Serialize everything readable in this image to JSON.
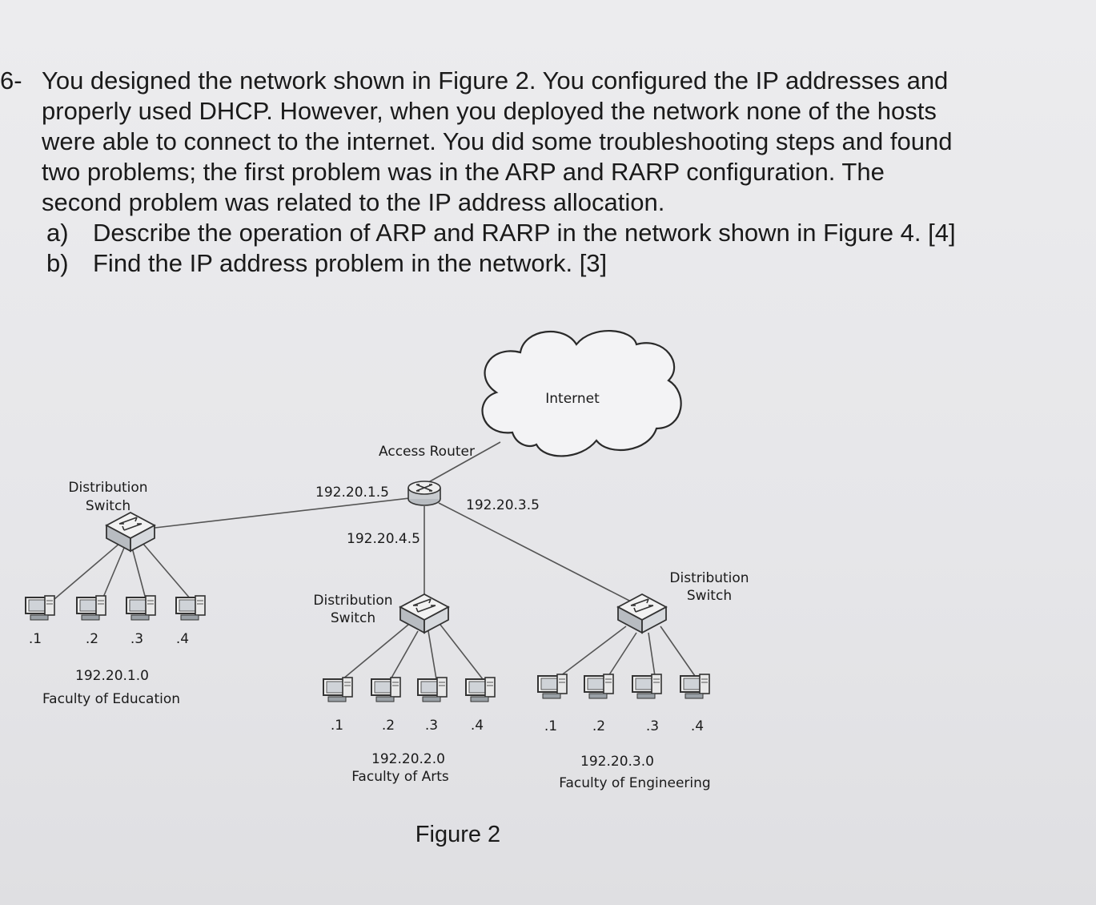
{
  "question": {
    "number": "6-",
    "stem": "You designed the network shown in Figure 2. You configured the IP addresses and properly used DHCP. However, when you deployed the network none of the hosts were able to connect to the internet. You did some troubleshooting steps and found two problems; the first problem was in the ARP and RARP configuration. The second problem was related to the IP address allocation.",
    "parts": [
      {
        "letter": "a)",
        "text": "Describe the operation of ARP and RARP in the network shown in Figure 4. [4]"
      },
      {
        "letter": "b)",
        "text": "Find the IP address problem in the network. [3]"
      }
    ]
  },
  "diagram": {
    "internet_label": "Internet",
    "router_label": "Access Router",
    "router_interfaces": {
      "to_education": "192.20.1.5",
      "to_engineering": "192.20.3.5",
      "to_arts": "192.20.4.5"
    },
    "switch_label_line1": "Distribution",
    "switch_label_line2": "Switch",
    "segments": {
      "education": {
        "network": "192.20.1.0",
        "name": "Faculty of Education",
        "hosts": [
          ".1",
          ".2",
          ".3",
          ".4"
        ]
      },
      "arts": {
        "network": "192.20.2.0",
        "name": "Faculty of Arts",
        "hosts": [
          ".1",
          ".2",
          ".3",
          ".4"
        ]
      },
      "engineering": {
        "network": "192.20.3.0",
        "name": "Faculty of Engineering",
        "hosts": [
          ".1",
          ".2",
          ".3",
          ".4"
        ]
      }
    },
    "caption": "Figure 2"
  },
  "icons": [
    "cloud-icon",
    "router-icon",
    "switch-icon",
    "computer-icon"
  ]
}
